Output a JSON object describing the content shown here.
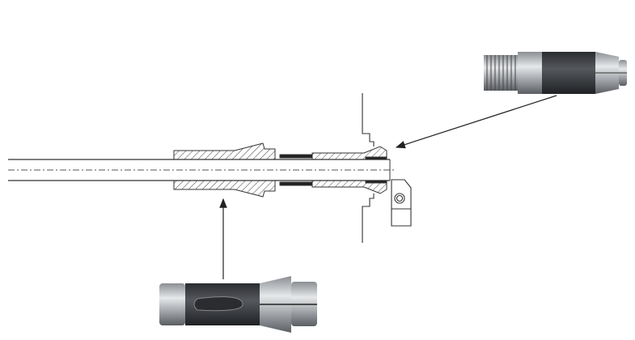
{
  "colors": {
    "background": "#ffffff",
    "line": "#333333",
    "collet_dark": "#3a3d42",
    "collet_steel": "#b8bcc0"
  },
  "figure": {
    "parts": [
      "bar-stock",
      "draw-tube",
      "collet-section",
      "spindle-nose",
      "tool-holder",
      "collet-photo-top",
      "collet-photo-bottom"
    ]
  }
}
